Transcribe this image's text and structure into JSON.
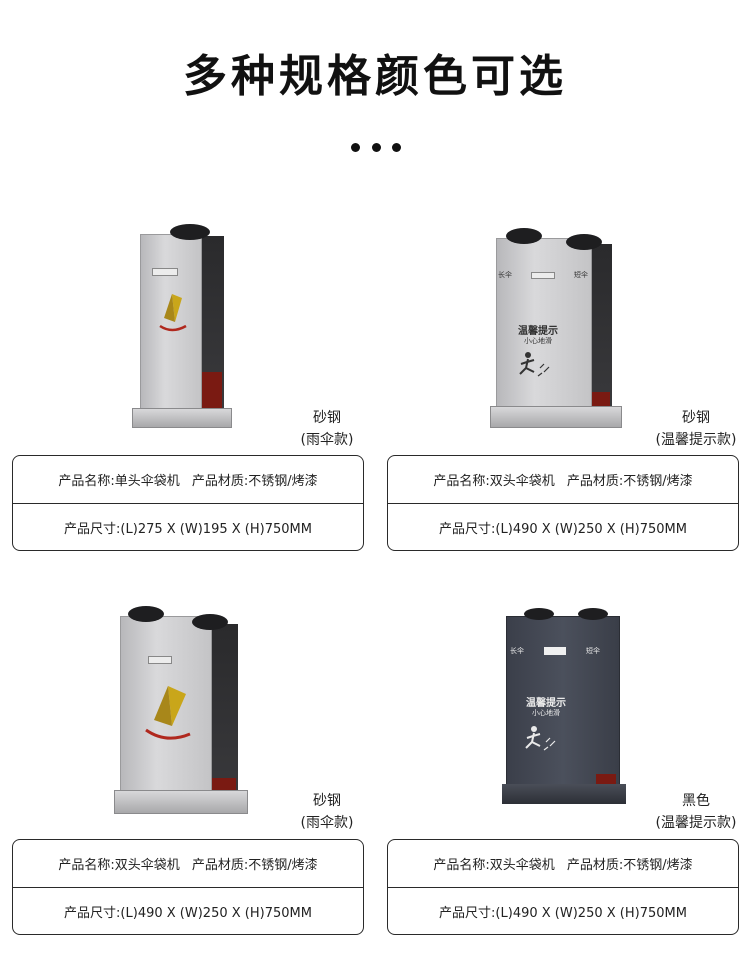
{
  "header": {
    "title": "多种规格颜色可选"
  },
  "products": [
    {
      "finish": "砂钢",
      "style": "(雨伞款)",
      "name_text": "产品名称:单头伞袋机",
      "material_text": "产品材质:不锈钢/烤漆",
      "size_text": "产品尺寸:(L)275 X (W)195 X (H)750MM"
    },
    {
      "finish": "砂钢",
      "style": "(温馨提示款)",
      "name_text": "产品名称:双头伞袋机",
      "material_text": "产品材质:不锈钢/烤漆",
      "size_text": "产品尺寸:(L)490 X (W)250 X (H)750MM",
      "sign_long": "长伞",
      "sign_short": "短伞",
      "sign_title": "温馨提示",
      "sign_sub": "小心地滑"
    },
    {
      "finish": "砂钢",
      "style": "(雨伞款)",
      "name_text": "产品名称:双头伞袋机",
      "material_text": "产品材质:不锈钢/烤漆",
      "size_text": "产品尺寸:(L)490 X (W)250 X (H)750MM"
    },
    {
      "finish": "黑色",
      "style": "(温馨提示款)",
      "name_text": "产品名称:双头伞袋机",
      "material_text": "产品材质:不锈钢/烤漆",
      "size_text": "产品尺寸:(L)490 X (W)250 X (H)750MM",
      "sign_long": "长伞",
      "sign_short": "短伞",
      "sign_title": "温馨提示",
      "sign_sub": "小心地滑"
    }
  ],
  "colors": {
    "steel": "#c8c8ca",
    "black": "#454a55",
    "umbrella_yellow": "#c9a61a",
    "swoosh_red": "#b0281e"
  }
}
